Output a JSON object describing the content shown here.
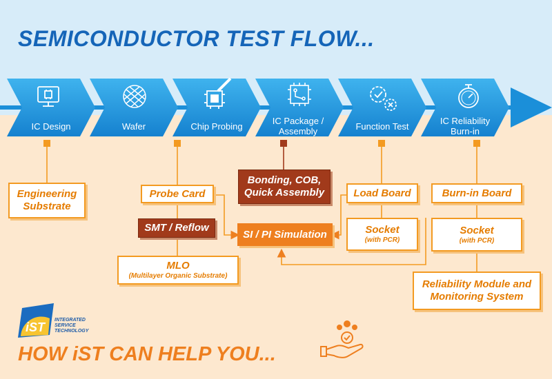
{
  "title": "SEMICONDUCTOR TEST FLOW...",
  "steps": [
    {
      "label": "IC Design",
      "icon": "monitor-chip-icon"
    },
    {
      "label": "Wafer",
      "icon": "wafer-icon"
    },
    {
      "label": "Chip Probing",
      "icon": "probe-chip-icon"
    },
    {
      "label": "IC Package / Assembly",
      "icon": "circuit-chip-icon"
    },
    {
      "label": "Function Test",
      "icon": "gears-icon"
    },
    {
      "label": "IC Reliability Burn-in",
      "icon": "stopwatch-icon"
    }
  ],
  "boxes": {
    "engineering_substrate": "Engineering Substrate",
    "probe_card": "Probe Card",
    "smt_reflow": "SMT / Reflow",
    "mlo": "MLO",
    "mlo_sub": "(Multilayer Organic Substrate)",
    "bonding": "Bonding, COB, Quick Assembly",
    "si_pi": "SI / PI Simulation",
    "load_board": "Load Board",
    "socket_1": "Socket",
    "socket_1_sub": "(with PCR)",
    "burn_in_board": "Burn-in Board",
    "socket_2": "Socket",
    "socket_2_sub": "(with PCR)",
    "reliability": "Reliability Module and Monitoring System"
  },
  "logo": {
    "mark": "iST",
    "text": "INTEGRATED SERVICE TECHNOLOGY"
  },
  "tagline": "HOW iST CAN HELP YOU...",
  "colors": {
    "blue": "#1b8fd9",
    "orange": "#ee7f1f",
    "dark_red": "#a13a1b",
    "title_blue": "#1565b8"
  }
}
